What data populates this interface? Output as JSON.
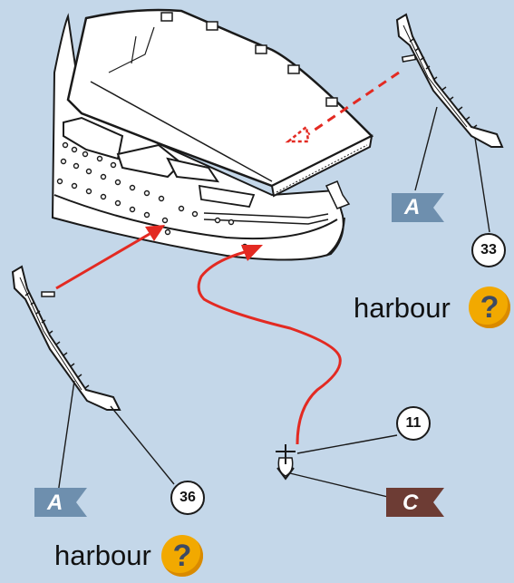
{
  "labels": {
    "harbour_right": "harbour",
    "harbour_left": "harbour"
  },
  "callouts": {
    "part_33": "33",
    "part_36": "36",
    "part_11": "11"
  },
  "flags": {
    "flag_a_right": "A",
    "flag_a_left": "A",
    "flag_c": "C"
  },
  "help_buttons": {
    "symbol": "?"
  },
  "colors": {
    "background": "#c4d7e9",
    "arrow": "#e32a22",
    "flag_a": "#6e8fae",
    "flag_c": "#6d3c34",
    "help_button": "#f2a900"
  }
}
